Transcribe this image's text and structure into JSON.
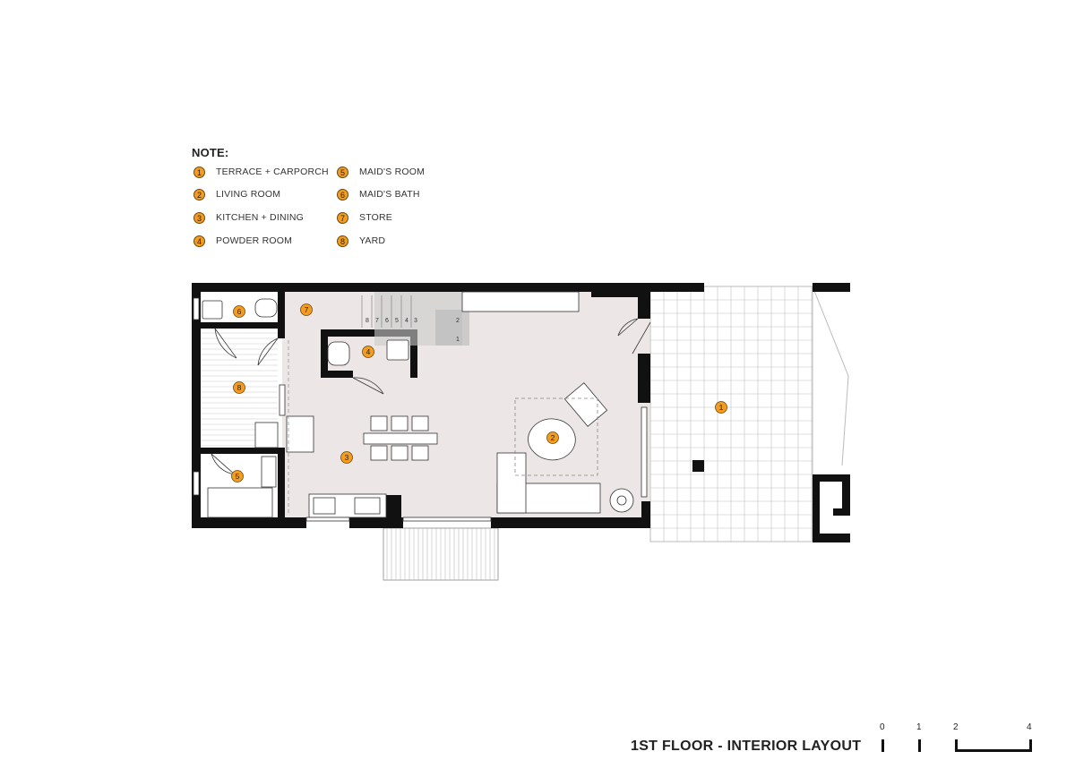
{
  "legend": {
    "title": "NOTE:",
    "items": [
      {
        "num": "1",
        "label": "TERRACE + CARPORCH"
      },
      {
        "num": "2",
        "label": "LIVING ROOM"
      },
      {
        "num": "3",
        "label": "KITCHEN + DINING"
      },
      {
        "num": "4",
        "label": "POWDER ROOM"
      },
      {
        "num": "5",
        "label": "MAID'S ROOM"
      },
      {
        "num": "6",
        "label": "MAID'S BATH"
      },
      {
        "num": "7",
        "label": "STORE"
      },
      {
        "num": "8",
        "label": "YARD"
      }
    ]
  },
  "room_markers": [
    {
      "num": "1",
      "room": "terrace-carporch"
    },
    {
      "num": "2",
      "room": "living-room"
    },
    {
      "num": "3",
      "room": "kitchen-dining"
    },
    {
      "num": "4",
      "room": "powder-room"
    },
    {
      "num": "5",
      "room": "maids-room"
    },
    {
      "num": "6",
      "room": "maids-bath"
    },
    {
      "num": "7",
      "room": "store"
    },
    {
      "num": "8",
      "room": "yard"
    }
  ],
  "stair_numbers": [
    "1",
    "2",
    "3",
    "4",
    "5",
    "6",
    "7",
    "8"
  ],
  "title": "1ST FLOOR - INTERIOR LAYOUT",
  "scale_bar": {
    "labels": [
      "0",
      "1",
      "2",
      "4"
    ]
  },
  "colors": {
    "wall": "#111111",
    "interior_floor": "#ede6e6",
    "marker_fill": "#f39c1f",
    "marker_stroke": "#6b4a12",
    "grid_line": "#bfbfbf"
  }
}
